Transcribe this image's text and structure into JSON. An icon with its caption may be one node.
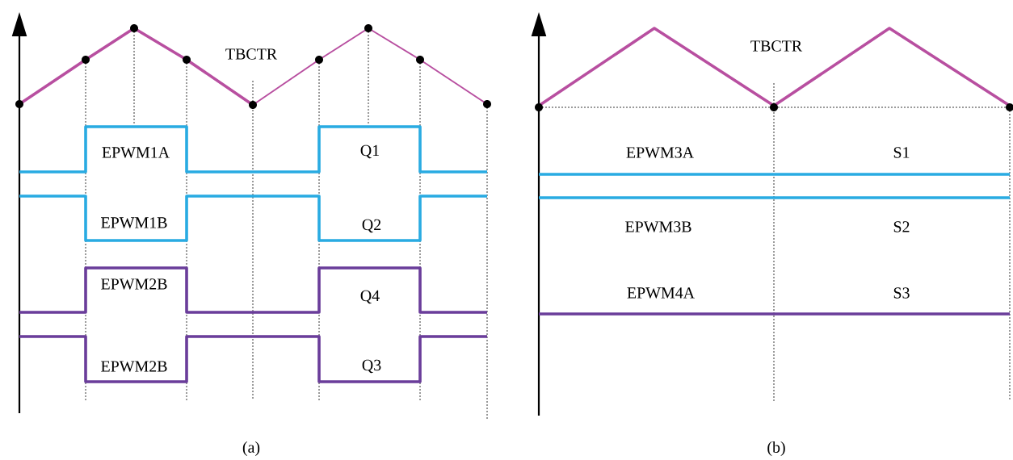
{
  "diagram": {
    "labels": [
      "TBCTR",
      "EPWM1A",
      "Q1",
      "EPWM1B",
      "Q2",
      "EPWM2B",
      "Q4",
      "EPWM2B",
      "Q3",
      "(a)",
      "TBCTR",
      "EPWM3A",
      "S1",
      "EPWM3B",
      "S2",
      "EPWM4A",
      "S3",
      "(b)"
    ]
  }
}
